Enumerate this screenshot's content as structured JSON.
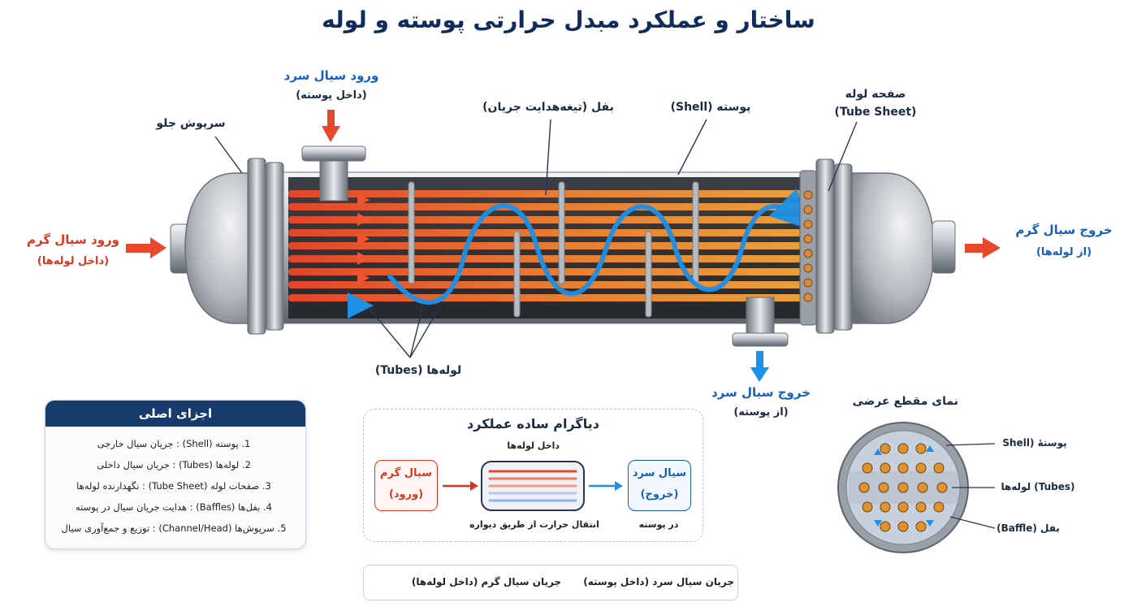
{
  "title": "ساختار و عملکرد مبدل حرارتی پوسته و لوله",
  "labels": {
    "hot_in_1": "ورود سیال گرم",
    "hot_in_2": "(داخل لوله‌ها)",
    "hot_out_1": "خروج سیال گرم",
    "hot_out_2": "(از لوله‌ها)",
    "cold_in_1": "ورود سیال سرد",
    "cold_in_2": "(داخل پوسته)",
    "cold_out_1": "خروج سیال سرد",
    "cold_out_2": "(از پوسته)",
    "front_head": "سرپوش جلو",
    "baffle": "بفل (تیغه‌هدایت جریان)",
    "shell": "پوسته (Shell)",
    "tube_sheet_1": "صفحه لوله",
    "tube_sheet_2": "(Tube Sheet)",
    "tubes": "لوله‌ها (Tubes)"
  },
  "parts": {
    "header": "اجزای اصلی",
    "items": [
      "1. پوسته (Shell) : جریان سیال خارجی",
      "2. لوله‌ها (Tubes) : جریان سیال داخلی",
      "3. صفحات لوله (Tube Sheet) : نگهدارنده لوله‌ها",
      "4. بفل‌ها (Baffles) : هدایت جریان سیال در پوسته",
      "5. سرپوش‌ها (Channel/Head) : توزیع و جمع‌آوری سیال"
    ]
  },
  "simple_diagram": {
    "title": "دیاگرام ساده عملکرد",
    "inside_tubes": "داخل لوله‌ها",
    "hot_1": "سیال گرم",
    "hot_2": "(ورود)",
    "cold_1": "سیال سرد",
    "cold_2": "(خروج)",
    "wall_transfer": "انتقال حرارت از طریق دیواره",
    "in_shell": "در پوسته"
  },
  "cross_section": {
    "title": "نمای مقطع عرضی",
    "shell": "پوستهٔ (Shell",
    "tubes": "(Tubes) لوله‌ها",
    "baffle": "بفل (Baffle)"
  },
  "legend": {
    "hot": "جریان سیال گرم (داخل لوله‌ها)",
    "cold": "جریان سیال سرد (داخل پوسته)"
  },
  "colors": {
    "hot": "#e8482b",
    "cold": "#1e90e8",
    "navy": "#173b6c"
  }
}
